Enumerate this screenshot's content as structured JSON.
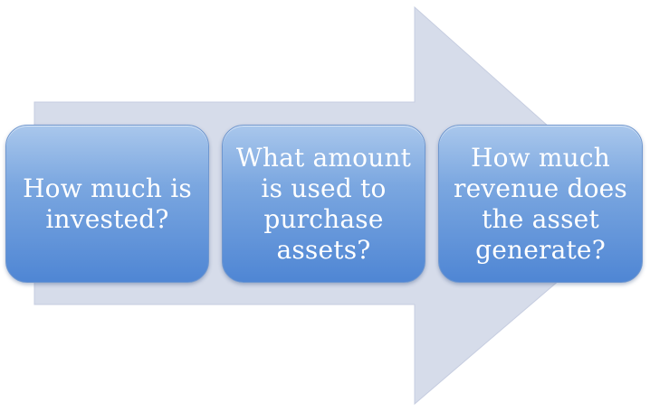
{
  "diagram": {
    "colors": {
      "arrow_fill": "#d6dcea",
      "box_gradient_top": "#a9c7ec",
      "box_gradient_bottom": "#4f86d4",
      "text": "#ffffff"
    },
    "steps": [
      {
        "text": "How much is invested?"
      },
      {
        "text": "What amount is used to purchase assets?"
      },
      {
        "text": "How much revenue does the asset generate?"
      }
    ]
  }
}
